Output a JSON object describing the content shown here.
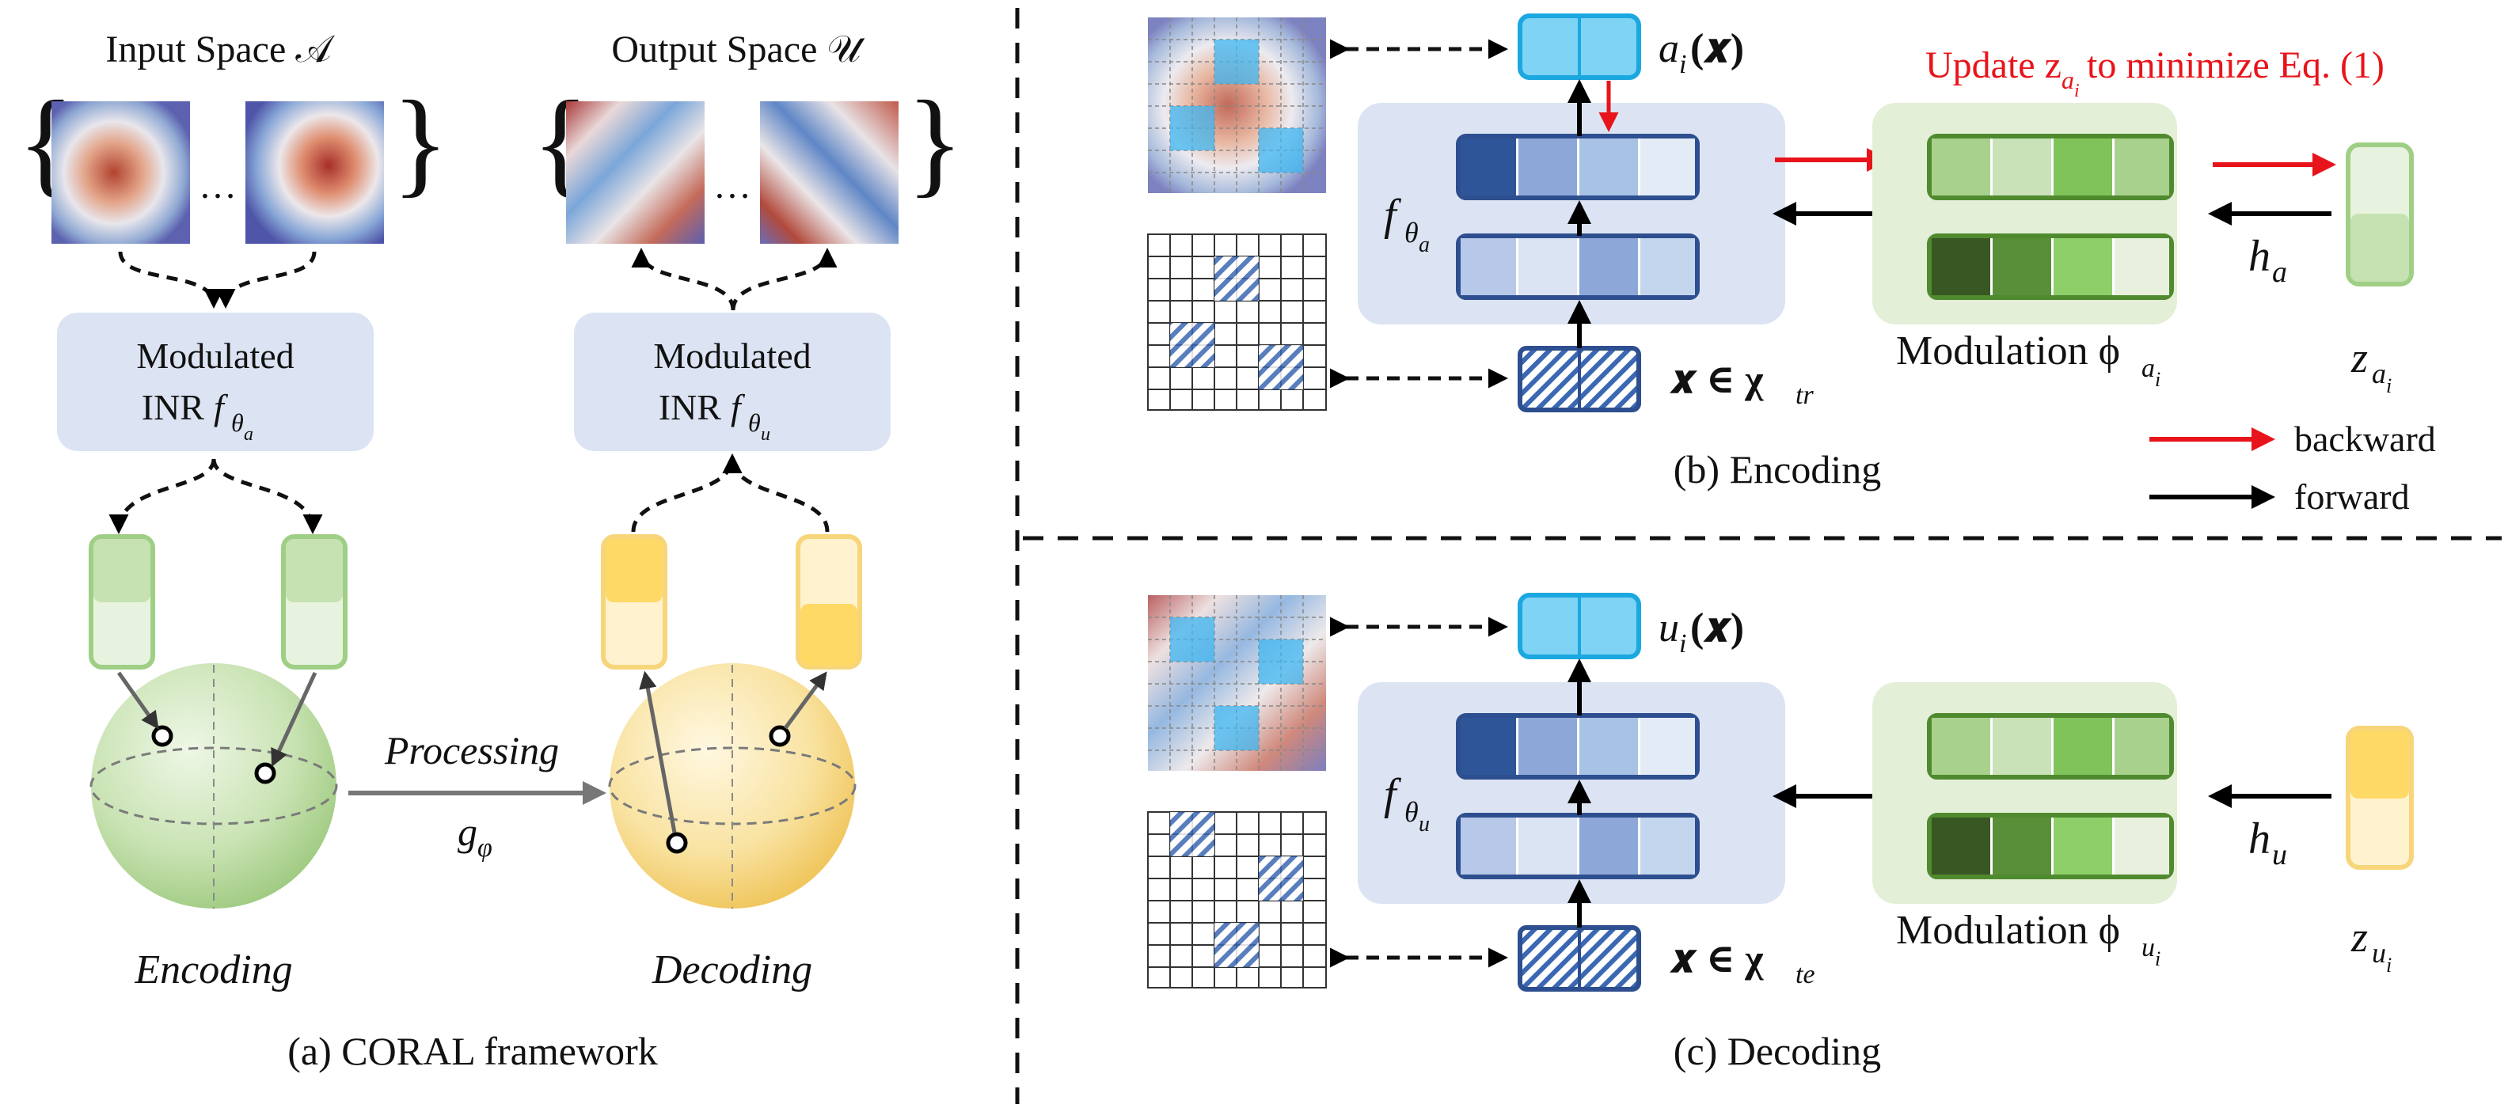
{
  "panel_a": {
    "input_space": "Input Space 𝒜",
    "output_space": "Output Space 𝒰",
    "ellipsis": "…",
    "enc_inr_line1": "Modulated",
    "enc_inr_line2": "INR",
    "enc_inr_symbol": "f",
    "enc_inr_sub": "θ",
    "enc_inr_subsub": "a",
    "dec_inr_line1": "Modulated",
    "dec_inr_line2": "INR",
    "dec_inr_symbol": "f",
    "dec_inr_sub": "θ",
    "dec_inr_subsub": "u",
    "processing": "Processing",
    "g_symbol": "g",
    "g_sub": "φ",
    "encoding": "Encoding",
    "decoding": "Decoding",
    "caption": "(a) CORAL framework"
  },
  "panel_b": {
    "output_label": "a",
    "output_sub": "i",
    "output_arg": "(𝒙)",
    "update_text_prefix": "Update z",
    "update_sub": "a",
    "update_subsub": "i",
    "update_text_suffix": "to minimize Eq. (1)",
    "f_symbol": "f",
    "f_sub": "θ",
    "f_subsub": "a",
    "h_symbol": "h",
    "h_sub": "a",
    "input_label": "𝒙 ∈ χ",
    "input_sub": "tr",
    "modulation_label": "Modulation ϕ",
    "modulation_sub": "a",
    "modulation_subsub": "i",
    "z_symbol": "z",
    "z_sub": "a",
    "z_subsub": "i",
    "caption": "(b) Encoding"
  },
  "panel_c": {
    "output_label": "u",
    "output_sub": "i",
    "output_arg": "(𝒙)",
    "f_symbol": "f",
    "f_sub": "θ",
    "f_subsub": "u",
    "h_symbol": "h",
    "h_sub": "u",
    "input_label": "𝒙 ∈ χ",
    "input_sub": "te",
    "modulation_label": "Modulation ϕ",
    "modulation_sub": "u",
    "modulation_subsub": "i",
    "z_symbol": "z",
    "z_sub": "u",
    "z_subsub": "i",
    "caption": "(c) Decoding"
  },
  "legend": {
    "backward": "backward",
    "forward": "forward"
  },
  "colors": {
    "backward_arrow": "#e8141b",
    "forward_arrow": "#000000",
    "update_text": "#e8141b",
    "inr_box": "#dce4f3",
    "modulation_box": "#e3efd7",
    "output_cell": "#7fd3f5",
    "output_border": "#1ba7e0",
    "layer_border": "#2e4f8f",
    "modulation_border": "#4f8a2e",
    "latent_green": "#c7e2b2",
    "latent_yellow": "#ffd966",
    "sphere_green": "#bfdca6",
    "sphere_yellow": "#f7dc8c"
  },
  "icons": [
    "field-heatmap",
    "query-grid",
    "hatched-coordinate-cell",
    "latent-code-vector",
    "latent-sphere"
  ]
}
